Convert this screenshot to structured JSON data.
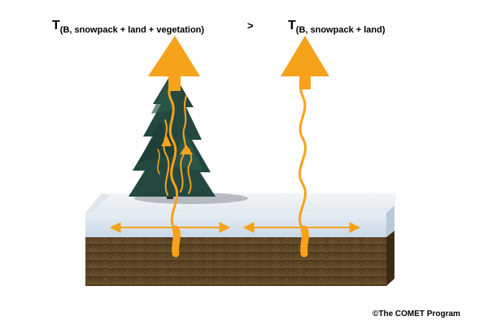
{
  "labels": {
    "left": {
      "symbol": "T",
      "subscript": "(B, snowpack + land + vegetation)"
    },
    "comparison": ">",
    "right": {
      "symbol": "T",
      "subscript": "(B, snowpack + land)"
    }
  },
  "credit": "©The COMET Program",
  "colors": {
    "arrow": "#f7a21b",
    "snow_top": "#e7edf2",
    "snow_side": "#d6e2ee",
    "soil": "#5b4324",
    "tree": "#24483f"
  },
  "icons": [
    "evergreen-tree-icon",
    "up-arrow-icon",
    "double-headed-arrow-icon",
    "wavy-emission-line-icon"
  ]
}
